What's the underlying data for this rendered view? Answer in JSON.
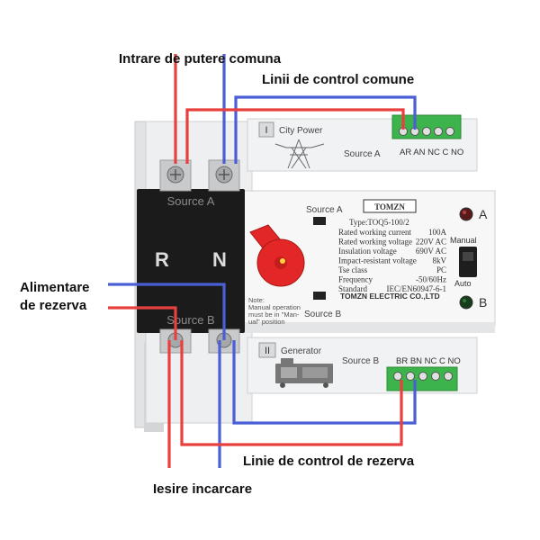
{
  "labels": {
    "city_power_in": "Intrare de putere comuna",
    "common_control": "Linii de control comune",
    "backup_supply_1": "Alimentare",
    "backup_supply_2": "de rezerva",
    "backup_control": "Linie de control de rezerva",
    "load_output": "Iesire incarcare"
  },
  "device": {
    "section_1_numeral": "I",
    "section_1_name": "City Power",
    "source_a": "Source A",
    "section_2_numeral": "II",
    "section_2_name": "Generator",
    "source_b": "Source B",
    "terminals_top": "AR AN NC C NO",
    "terminals_bottom": "BR BN NC C NO",
    "block_source_a": "Source A",
    "block_source_b": "Source B",
    "phase_r": "R",
    "phase_n": "N",
    "brand": "TOMZN",
    "type_line": "Type:TOQ5-100/2",
    "specs": [
      {
        "k": "Rated working current",
        "v": "100A"
      },
      {
        "k": "Rated working voltage",
        "v": "220V AC"
      },
      {
        "k": "Insulation voltage",
        "v": "690V AC"
      },
      {
        "k": "Impact-resistant voltage",
        "v": "8kV"
      },
      {
        "k": "Tse class",
        "v": "PC"
      },
      {
        "k": "Frequency",
        "v": "-50/60Hz"
      },
      {
        "k": "Standard",
        "v": "IEC/EN60947-6-1"
      }
    ],
    "footer": "TOMZN ELECTRIC CO.,LTD",
    "indicator_a": "A",
    "indicator_b": "B",
    "manual": "Manual",
    "auto": "Auto",
    "note_lines": [
      "Note:",
      "Manual operation",
      "must be in \"Man-",
      "ual\" position"
    ]
  },
  "colors": {
    "live_wire": "#e8403f",
    "neutral_wire": "#4a5fd6",
    "terminal_green": "#3cb44b",
    "knob_red": "#e32626",
    "block_black": "#1b1b1b",
    "body_grey": "#e9eaeb"
  }
}
